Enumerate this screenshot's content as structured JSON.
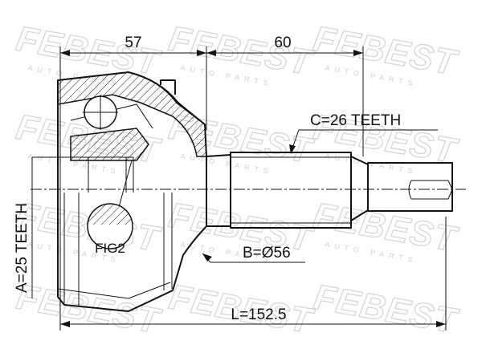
{
  "brand": {
    "watermark": "FEBEST",
    "watermark_sub": "AUTO PARTS"
  },
  "dimensions": {
    "housing_length": "57",
    "shaft_length": "60",
    "total_length": "L=152.5"
  },
  "specs": {
    "outer_spline": "C=26 TEETH",
    "seal_diameter": "B=Ø56",
    "inner_spline": "A=25 TEETH"
  },
  "figure_label": "FIG2",
  "colors": {
    "line": "#111111",
    "watermark": "#d6d6d6",
    "background": "#ffffff"
  }
}
